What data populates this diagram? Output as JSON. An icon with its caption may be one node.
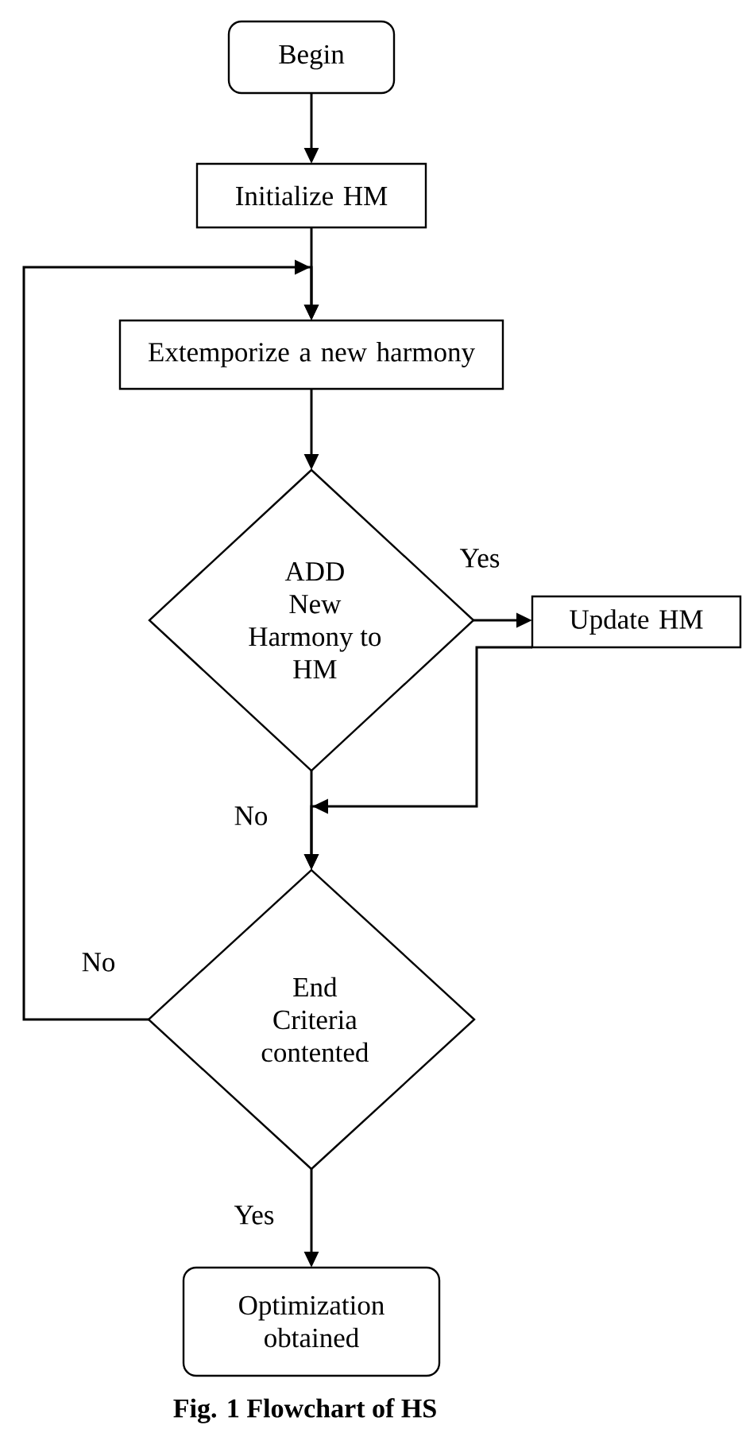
{
  "diagram": {
    "caption": "Fig. 1 Flowchart of HS",
    "nodes": [
      {
        "text": [
          "Begin"
        ]
      },
      {
        "text": [
          "Initialize HM"
        ]
      },
      {
        "text": [
          "Extemporize a new harmony"
        ]
      },
      {
        "text": [
          "ADD New Harmony to HM"
        ]
      },
      {
        "text": [
          "Update HM"
        ]
      },
      {
        "text": [
          "End Criteria contented"
        ]
      },
      {
        "text": [
          "Optimization obtained"
        ]
      }
    ],
    "edges": [
      {
        "from": 0,
        "to": 1,
        "arrow": "to"
      },
      {
        "from": 1,
        "to": 2,
        "arrow": "to"
      },
      {
        "from": 2,
        "to": 3,
        "arrow": "to"
      },
      {
        "from": 3,
        "to": 4,
        "arrow": "to",
        "label": "Yes"
      },
      {
        "from": 4,
        "to": 5,
        "arrow": "to"
      },
      {
        "from": 3,
        "to": 5,
        "arrow": "to",
        "label": "No"
      },
      {
        "from": 5,
        "to": 2,
        "arrow": "to",
        "label": "No"
      },
      {
        "from": 5,
        "to": 6,
        "arrow": "to",
        "label": "Yes"
      }
    ]
  }
}
